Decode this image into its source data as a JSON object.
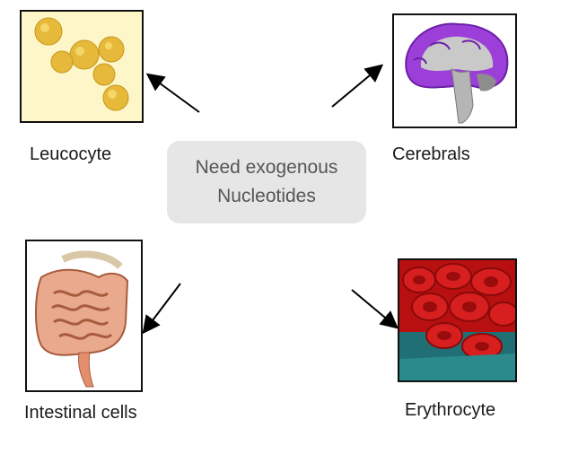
{
  "center": {
    "line1": "Need exogenous",
    "line2": "Nucleotides"
  },
  "cells": {
    "leucocyte": "Leucocyte",
    "cerebrals": "Cerebrals",
    "intestinal": "Intestinal cells",
    "erythrocyte": "Erythrocyte"
  },
  "colors": {
    "leucocyte": "#e6b93a",
    "brain": "#9b3fd8",
    "intestine": "#e38f6e",
    "blood": "#d81f1f"
  }
}
